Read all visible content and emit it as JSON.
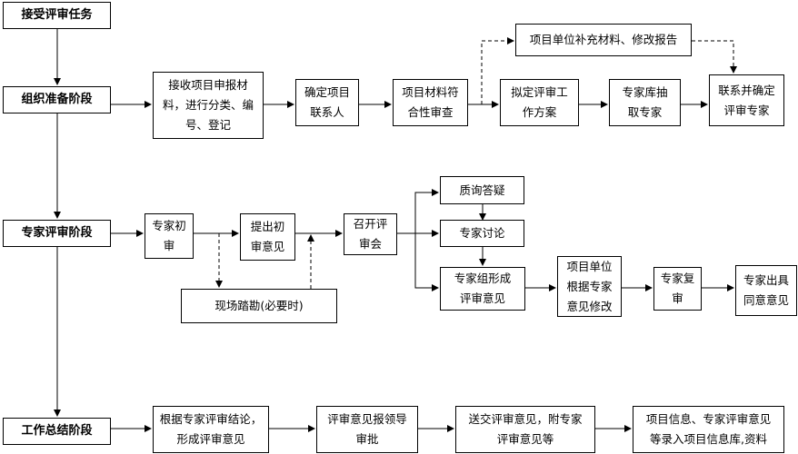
{
  "stages": {
    "receive": "接受评审任务",
    "prepare": "组织准备阶段",
    "review": "专家评审阶段",
    "summary": "工作总结阶段"
  },
  "prepare_flow": {
    "receive_materials": "接收项目申报材\n料，进行分类、编\n号、登记",
    "confirm_contact": "确定项目\n联系人",
    "compliance_check": "项目材料符\n合性审查",
    "supplement": "项目单位补充材料、修改报告",
    "draft_plan": "拟定评审工\n作方案",
    "draw_experts": "专家库抽\n取专家",
    "confirm_experts": "联系并确定\n评审专家"
  },
  "review_flow": {
    "initial_review": "专家初\n审",
    "initial_opinion": "提出初\n审意见",
    "site_visit": "现场踏勘(必要时)",
    "meeting": "召开评\n审会",
    "qa": "质询答疑",
    "discussion": "专家讨论",
    "form_opinion": "专家组形成\n评审意见",
    "unit_revise": "项目单位\n根据专家\n意见修改",
    "recheck": "专家复\n审",
    "final_opinion": "专家出具\n同意意见"
  },
  "summary_flow": {
    "form_conclusion": "根据专家评审结论，\n形成评审意见",
    "report_approval": "评审意见报领导\n审批",
    "submit": "送交评审意见，附专家\n评审意见等",
    "archive": "项目信息、专家评审意见\n等录入项目信息库,资料"
  }
}
